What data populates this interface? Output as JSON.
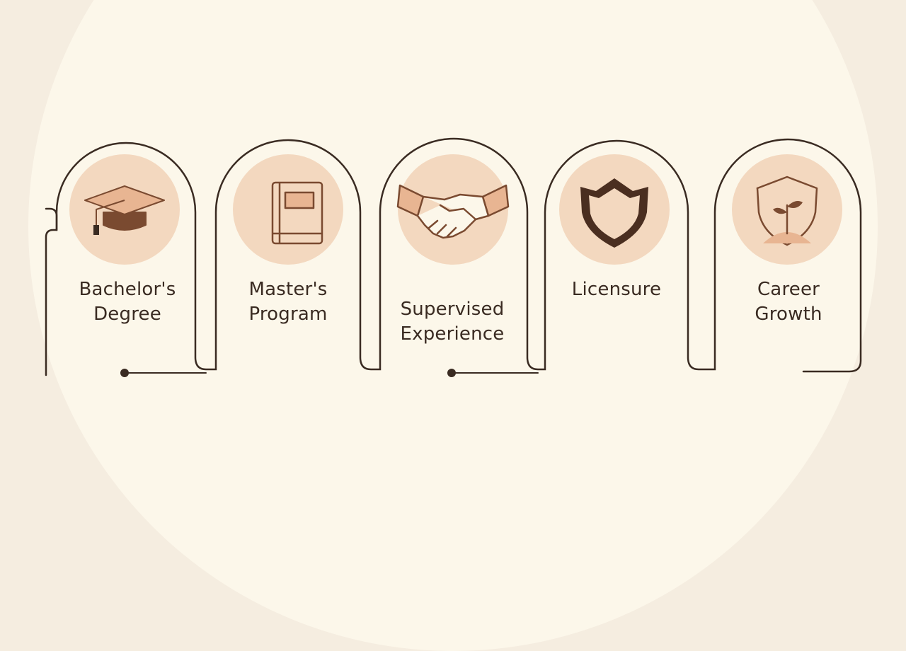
{
  "steps": [
    {
      "label": "Bachelor's\nDegree",
      "icon": "graduation-cap-icon"
    },
    {
      "label": "Master's\nProgram",
      "icon": "book-icon"
    },
    {
      "label": "Supervised\nExperience",
      "icon": "handshake-icon"
    },
    {
      "label": "Licensure",
      "icon": "shield-icon"
    },
    {
      "label": "Career\nGrowth",
      "icon": "sprout-shield-icon"
    }
  ],
  "colors": {
    "background": "#f5ede0",
    "panel": "#fcf7ea",
    "line": "#3a2b22",
    "icon_circle": "#f3d8bf",
    "icon_fill": "#e8b592",
    "icon_dark": "#7a4a30"
  }
}
